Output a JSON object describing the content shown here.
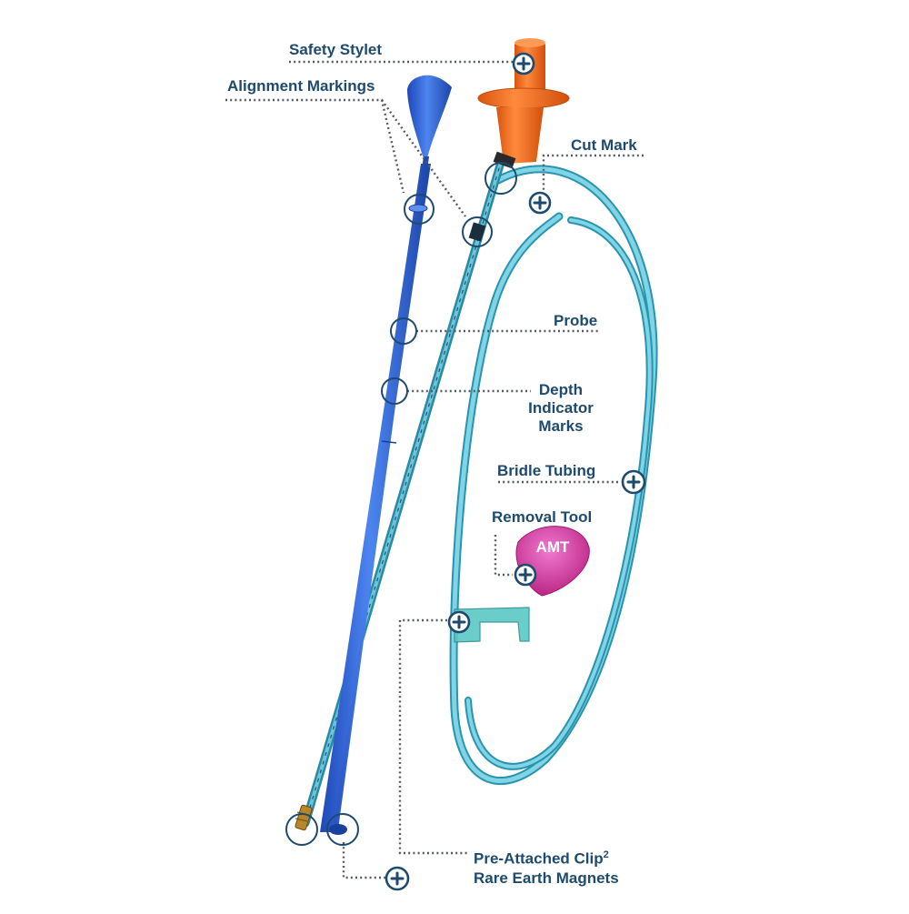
{
  "labels": {
    "safety_stylet": "Safety Stylet",
    "alignment_markings": "Alignment Markings",
    "cut_mark": "Cut Mark",
    "probe": "Probe",
    "depth_indicator_marks_line1": "Depth",
    "depth_indicator_marks_line2": "Indicator",
    "depth_indicator_marks_line3": "Marks",
    "bridle_tubing": "Bridle Tubing",
    "removal_tool": "Removal Tool",
    "pre_attached_clip": "Pre-Attached Clip",
    "pre_attached_clip_superscript": "2",
    "rare_earth_magnets": "Rare Earth Magnets"
  },
  "removal_tool_logo_text": "AMT",
  "colors": {
    "label_text": "#1d4a6e",
    "leader_line": "#555b60",
    "probe_blue": "#2f63d6",
    "stylet_orange": "#f06a1e",
    "tubing_teal": "#4db8d0",
    "removal_tool_magenta": "#d6329e"
  },
  "icons": [
    "plus-circle-icon",
    "highlight-ring-icon",
    "dotted-leader-line"
  ]
}
